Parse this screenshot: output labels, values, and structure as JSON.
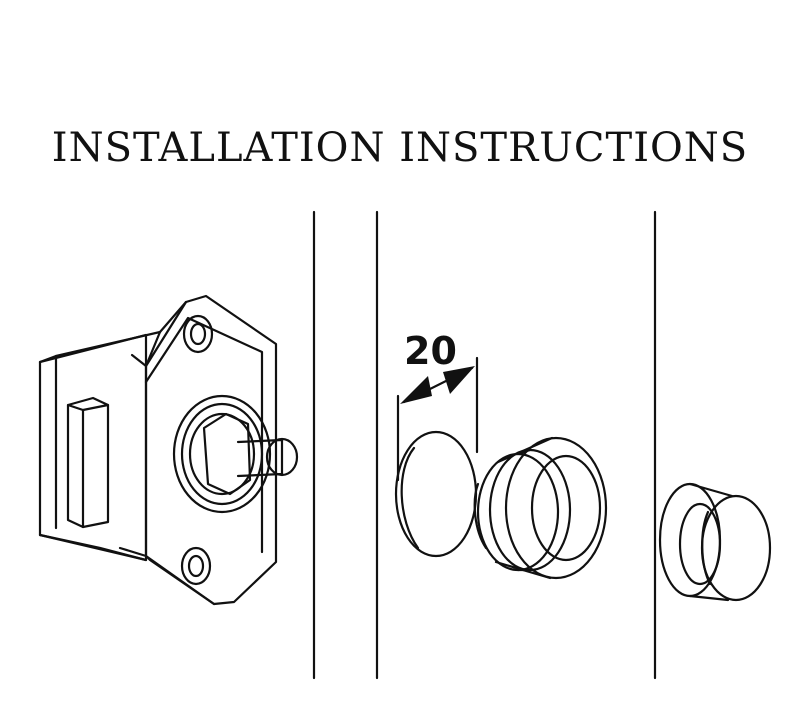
{
  "title": "INSTALLATION INSTRUCTIONS",
  "dimension": {
    "value": "20"
  },
  "colors": {
    "line": "#111111",
    "background": "#ffffff"
  },
  "panels": [
    {
      "name": "push-button-latch-body"
    },
    {
      "name": "drilled-hole-with-bushing"
    },
    {
      "name": "button-knob-installed"
    }
  ]
}
